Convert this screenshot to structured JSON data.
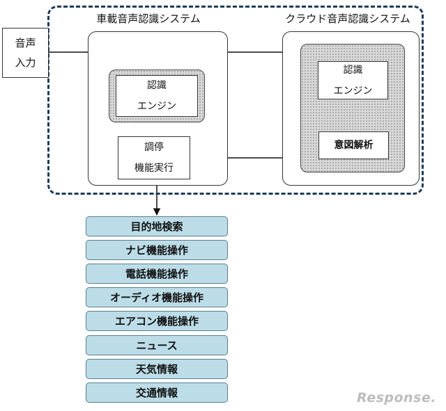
{
  "voice_input": {
    "line1": "音声",
    "line2": "入力"
  },
  "onboard_system": {
    "title": "車載音声認識システム",
    "engine": {
      "line1": "認識",
      "line2": "エンジン"
    },
    "executor": {
      "line1": "調停",
      "line2": "機能実行"
    }
  },
  "cloud_system": {
    "title": "クラウド音声認識システム",
    "engine": {
      "line1": "認識",
      "line2": "エンジン"
    },
    "intent": "意図解析"
  },
  "functions": [
    "目的地検索",
    "ナビ機能操作",
    "電話機能操作",
    "オーディオ機能操作",
    "エアコン機能操作",
    "ニュース",
    "天気情報",
    "交通情報"
  ],
  "logo": "Response.",
  "colors": {
    "dashed_border": "#1f3b5a",
    "function_fill": "#bcdde8"
  }
}
